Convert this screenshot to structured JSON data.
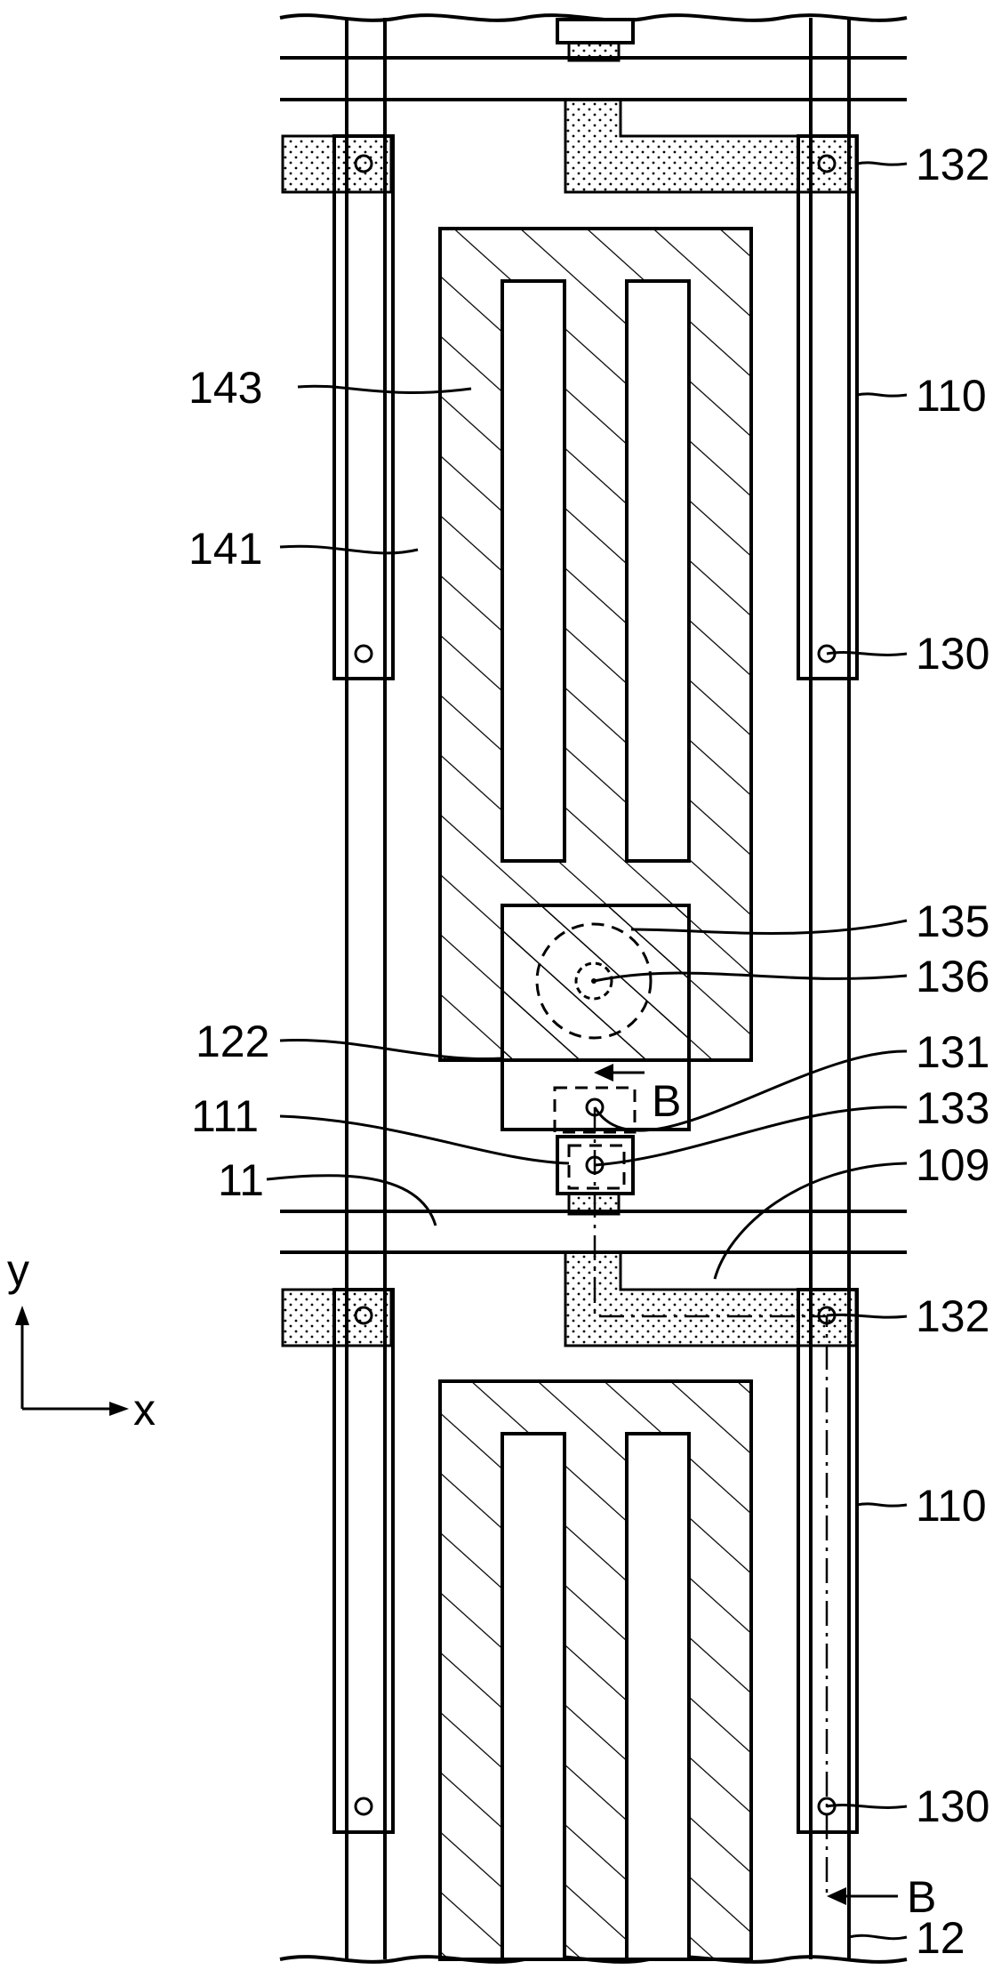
{
  "figure": {
    "labels": {
      "ref_132_top": "132",
      "ref_110_top": "110",
      "ref_143": "143",
      "ref_141": "141",
      "ref_130_top": "130",
      "ref_135": "135",
      "ref_136": "136",
      "ref_122": "122",
      "ref_131": "131",
      "ref_133": "133",
      "ref_111": "111",
      "ref_109": "109",
      "ref_11": "11",
      "ref_132_bottom": "132",
      "ref_110_bottom": "110",
      "ref_130_bottom": "130",
      "ref_12": "12",
      "section_b_top": "B",
      "section_b_bottom": "B",
      "axis_y": "y",
      "axis_x": "x"
    }
  }
}
